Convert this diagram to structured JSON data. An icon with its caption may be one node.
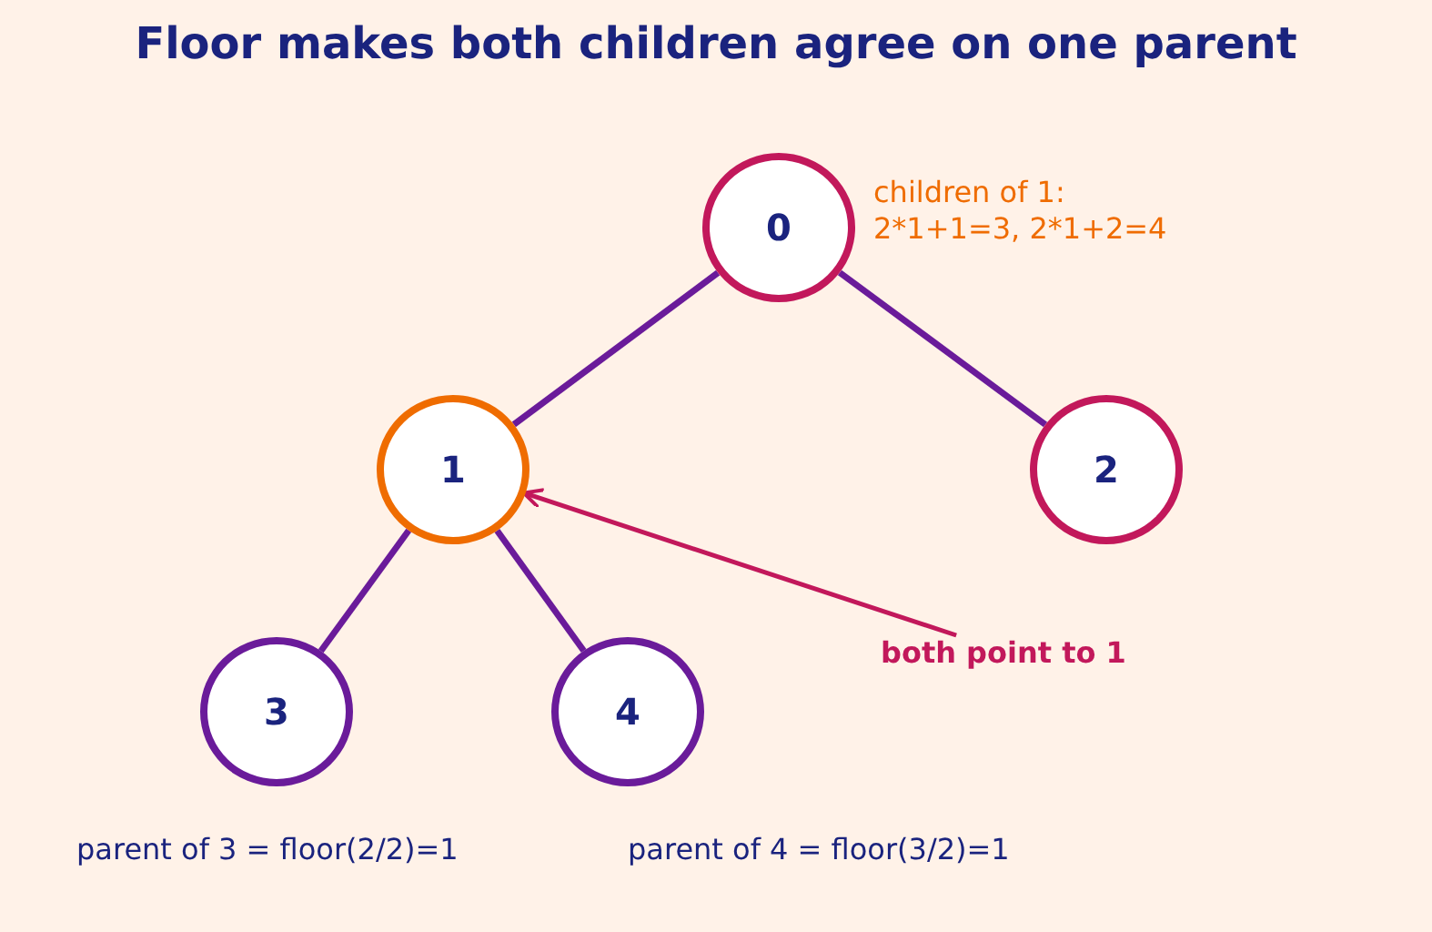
{
  "diagram": {
    "title": "Floor makes both children agree on one parent",
    "nodes": [
      {
        "text": [
          "0"
        ]
      },
      {
        "text": [
          "1"
        ]
      },
      {
        "text": [
          "2"
        ]
      },
      {
        "text": [
          "3"
        ]
      },
      {
        "text": [
          "4"
        ]
      },
      {
        "text": [
          "both point to 1"
        ]
      }
    ],
    "edges": [
      {
        "from": 0,
        "to": 1,
        "arrow": "none"
      },
      {
        "from": 0,
        "to": 2,
        "arrow": "none"
      },
      {
        "from": 1,
        "to": 3,
        "arrow": "none"
      },
      {
        "from": 1,
        "to": 4,
        "arrow": "none"
      },
      {
        "from": 5,
        "to": 1,
        "arrow": "to",
        "color": "#c2185b"
      }
    ],
    "labels": [
      "children of 1: 2*1+1=3, 2*1+2=4",
      "parent of 3 = floor(2/2)=1",
      "parent of 4 = floor(3/2)=1"
    ]
  }
}
